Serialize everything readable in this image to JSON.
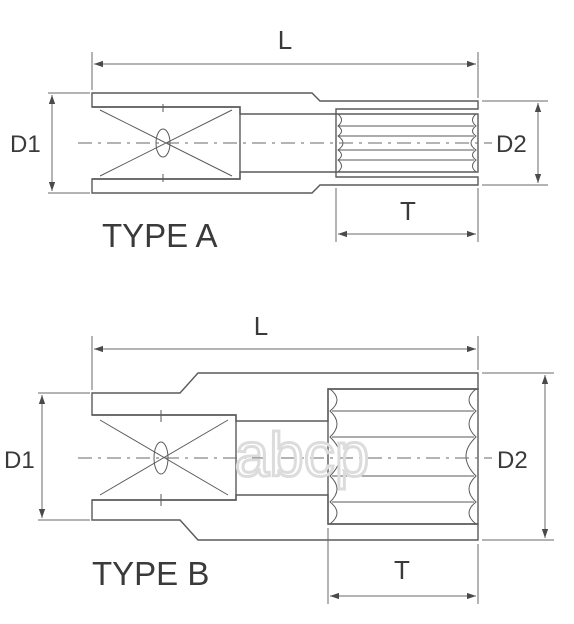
{
  "type_a": {
    "label": "TYPE A",
    "dim_L": "L",
    "dim_D1": "D1",
    "dim_D2": "D2",
    "dim_T": "T"
  },
  "type_b": {
    "label": "TYPE B",
    "dim_L": "L",
    "dim_D1": "D1",
    "dim_D2": "D2",
    "dim_T": "T"
  },
  "watermark": "abcp",
  "colors": {
    "line": "#5a5a5a",
    "text": "#3a3a3a",
    "watermark": "#dcdcdc"
  }
}
